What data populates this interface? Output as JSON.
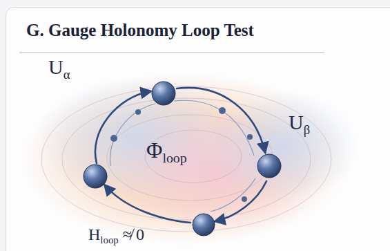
{
  "diagram": {
    "title": "G. Gauge Holonomy Loop Test",
    "labels": [
      "Uα",
      "Uβ",
      "Φloop",
      "Hloop ≉ 0"
    ]
  }
}
